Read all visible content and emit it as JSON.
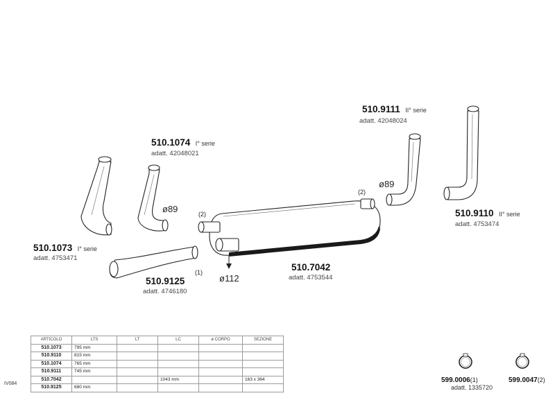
{
  "callouts": {
    "p1073": {
      "number": "510.1073",
      "series": "I° serie",
      "ref": "adatt. 4753471"
    },
    "p1074": {
      "number": "510.1074",
      "series": "I° serie",
      "ref": "adatt. 42048021"
    },
    "p9111": {
      "number": "510.9111",
      "series": "II° serie",
      "ref": "adatt. 42048024"
    },
    "p9110": {
      "number": "510.9110",
      "series": "II° serie",
      "ref": "adatt. 4753474"
    },
    "p9125": {
      "number": "510.9125",
      "ref": "adatt. 4746180"
    },
    "p7042": {
      "number": "510.7042",
      "ref": "adatt. 4753544"
    },
    "p0006": {
      "number": "599.0006",
      "qty": "(1)",
      "ref": "adatt. 1335720"
    },
    "p0047": {
      "number": "599.0047",
      "qty": "(2)"
    }
  },
  "dimensions": {
    "diam_89_left": "ø89",
    "diam_89_right": "ø89",
    "diam_112": "ø112"
  },
  "quantities": {
    "muffler_left": "(2)",
    "muffler_right": "(2)",
    "pipe_9125": "(1)"
  },
  "table": {
    "headers": [
      "ARTICOLO",
      "LTS",
      "LT",
      "LC",
      "ø CORPO",
      "SEZIONE"
    ],
    "rows": [
      [
        "510.1073",
        "795 mm",
        "",
        "",
        "",
        ""
      ],
      [
        "510.9110",
        "815 mm",
        "",
        "",
        "",
        ""
      ],
      [
        "510.1074",
        "765 mm",
        "",
        "",
        "",
        ""
      ],
      [
        "510.9111",
        "745 mm",
        "",
        "",
        "",
        ""
      ],
      [
        "510.7042",
        "",
        "",
        "1043 mm",
        "",
        "163 x 364"
      ],
      [
        "510.9125",
        "680 mm",
        "",
        "",
        "",
        ""
      ]
    ]
  },
  "diagram_code": "IV084"
}
